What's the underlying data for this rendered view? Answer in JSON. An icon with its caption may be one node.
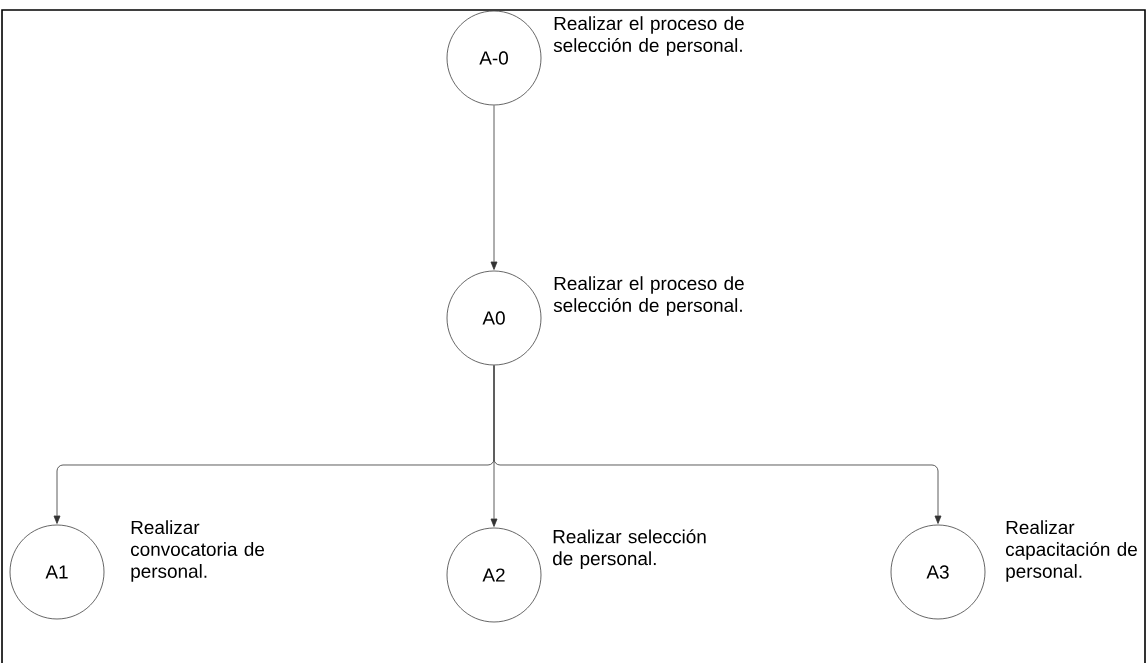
{
  "diagram": {
    "nodes": [
      {
        "text": [
          "A-0"
        ],
        "beside": [
          "Realizar el proceso de selección de personal."
        ]
      },
      {
        "text": [
          "A0"
        ],
        "beside": [
          "Realizar el proceso de selección de personal."
        ]
      },
      {
        "text": [
          "A1"
        ],
        "beside": [
          "Realizar convocatoria de personal."
        ]
      },
      {
        "text": [
          "A2"
        ],
        "beside": [
          "Realizar selección de personal."
        ]
      },
      {
        "text": [
          "A3"
        ],
        "beside": [
          "Realizar capacitación de personal."
        ]
      }
    ],
    "edges": [
      {
        "from": 0,
        "to": 1,
        "arrow": "to"
      },
      {
        "from": 1,
        "to": 2,
        "arrow": "to"
      },
      {
        "from": 1,
        "to": 3,
        "arrow": "to"
      },
      {
        "from": 1,
        "to": 4,
        "arrow": "to"
      }
    ]
  }
}
